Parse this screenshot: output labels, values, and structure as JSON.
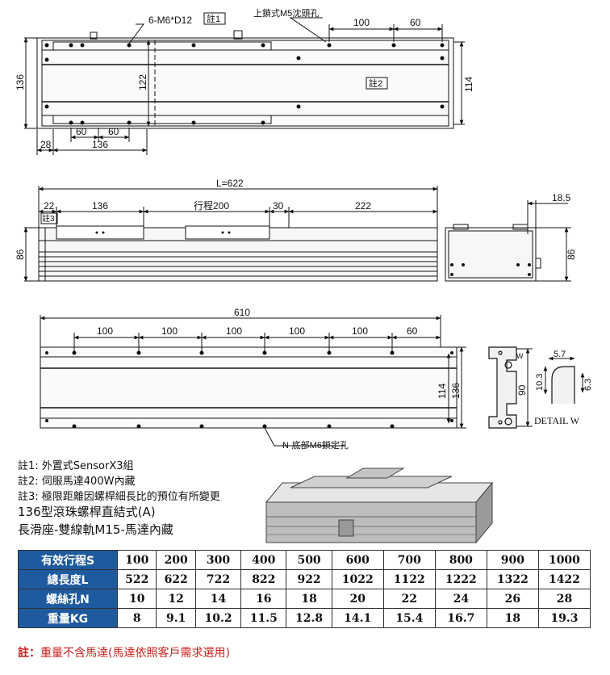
{
  "drawing_labels": {
    "top_holes": "6-M6*D12",
    "note1_tag": "註1",
    "top_lock_hole": "上鎖式M5沈頭孔",
    "top_dim_100": "100",
    "top_dim_60": "60",
    "dim_136_left": "136",
    "dim_122": "122",
    "dim_114_right": "114",
    "note2_tag": "註2",
    "bottom_dim_60a": "60",
    "bottom_dim_60b": "60",
    "bottom_dim_28": "28",
    "bottom_dim_136": "136",
    "total_length": "L=622",
    "side_dim_22": "22",
    "side_dim_136": "136",
    "stroke_label": "行程200",
    "side_dim_30": "30",
    "side_dim_222": "222",
    "note3_tag": "註3",
    "side_height_86_left": "86",
    "end_dim_18_5": "18.5",
    "end_height_86": "86",
    "base_length": "610",
    "base_pitch": [
      "100",
      "100",
      "100",
      "100",
      "100",
      "60"
    ],
    "base_dim_114": "114",
    "base_dim_136": "136",
    "base_holes": "N-底部M6鎖定孔",
    "profile_dim_90": "90",
    "profile_letter_w": "W",
    "detail_dim_5_7": "5.7",
    "detail_dim_10_3": "10.3",
    "detail_dim_6_3": "6.3",
    "detail_label": "DETAIL W"
  },
  "notes": [
    "註1: 外置式SensorX3組",
    "註2: 伺服馬達400W內藏",
    "註3: 極限距離因螺桿細長比的預位有所變更"
  ],
  "caption": {
    "line1": "136型滾珠螺桿直結式(A)",
    "line2": "長滑座-雙線軌M15-馬達內藏"
  },
  "spec_table": {
    "rows": [
      {
        "label": "有效行程S",
        "values": [
          "100",
          "200",
          "300",
          "400",
          "500",
          "600",
          "700",
          "800",
          "900",
          "1000"
        ]
      },
      {
        "label": "總長度L",
        "values": [
          "522",
          "622",
          "722",
          "822",
          "922",
          "1022",
          "1122",
          "1222",
          "1322",
          "1422"
        ]
      },
      {
        "label": "螺絲孔N",
        "values": [
          "10",
          "12",
          "14",
          "16",
          "18",
          "20",
          "22",
          "24",
          "26",
          "28"
        ]
      },
      {
        "label": "重量KG",
        "values": [
          "8",
          "9.1",
          "10.2",
          "11.5",
          "12.8",
          "14.1",
          "15.4",
          "16.7",
          "18",
          "19.3"
        ]
      }
    ]
  },
  "footnote": {
    "prefix": "註：",
    "text": "重量不含馬達(馬達依照客戶需求選用)"
  },
  "colors": {
    "header_blue": "#1e5a9e",
    "footnote_red": "#c9211e"
  }
}
